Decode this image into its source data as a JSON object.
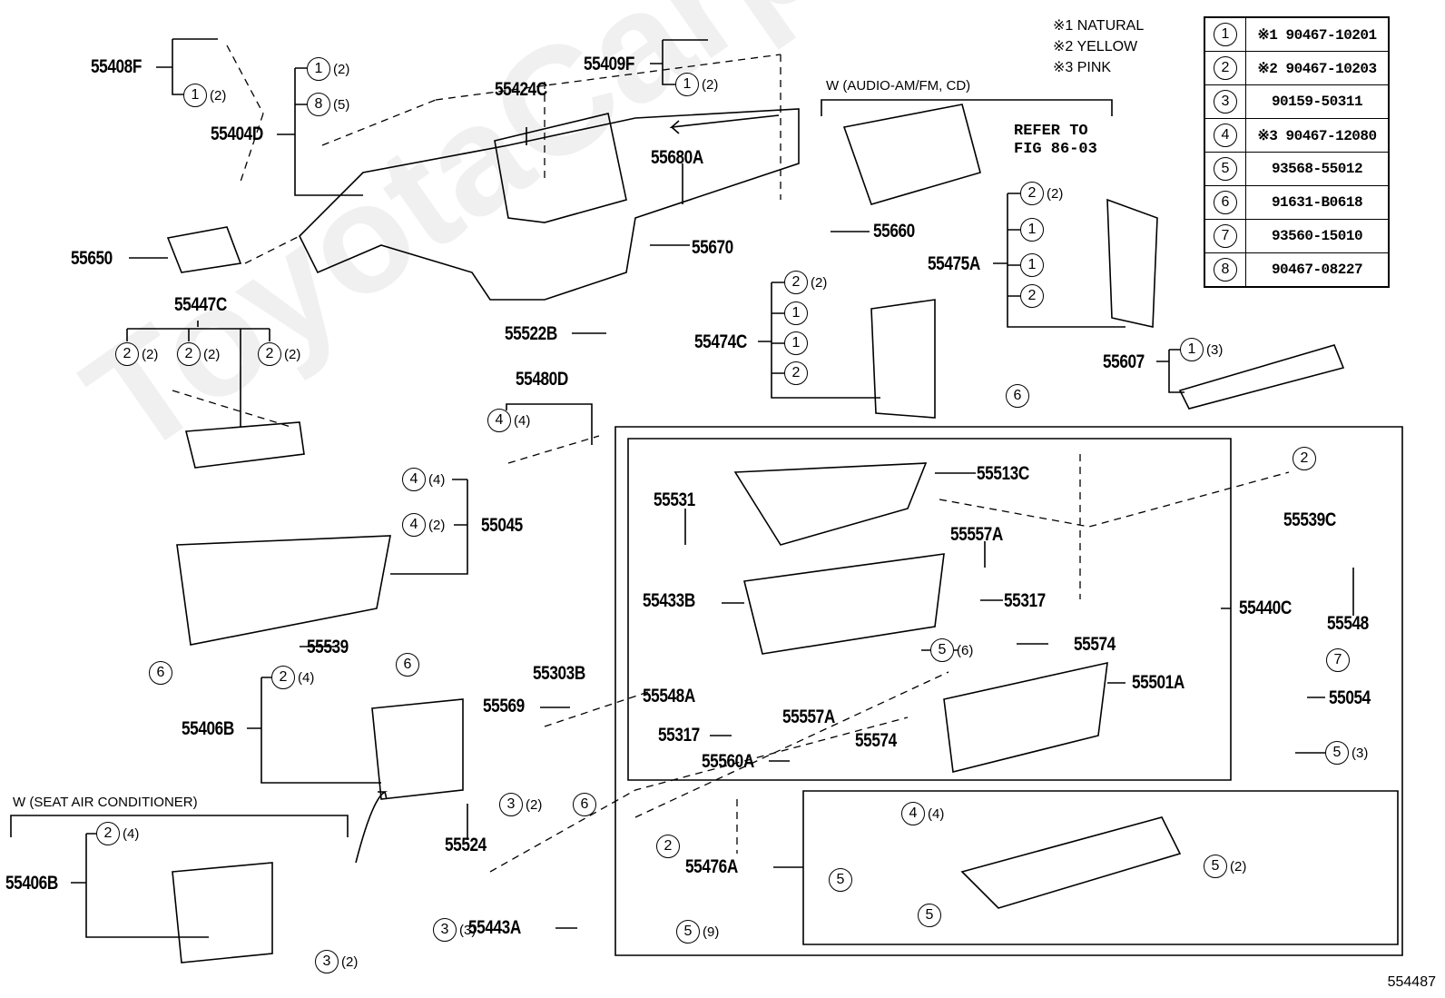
{
  "watermark": "ToyotaCarparts",
  "figure_number": "554487",
  "color_notes": [
    "※1 NATURAL",
    "※2 YELLOW",
    "※3 PINK"
  ],
  "variant_notes": {
    "audio": "W (AUDIO-AM/FM, CD)",
    "seat_ac": "W (SEAT  AIR  CONDITIONER)",
    "refer": "REFER TO\nFIG 86-03"
  },
  "legend": [
    {
      "key": "1",
      "part": "※1 90467-10201"
    },
    {
      "key": "2",
      "part": "※2 90467-10203"
    },
    {
      "key": "3",
      "part": "90159-50311"
    },
    {
      "key": "4",
      "part": "※3 90467-12080"
    },
    {
      "key": "5",
      "part": "93568-55012"
    },
    {
      "key": "6",
      "part": "91631-B0618"
    },
    {
      "key": "7",
      "part": "93560-15010"
    },
    {
      "key": "8",
      "part": "90467-08227"
    }
  ],
  "part_labels": {
    "p55408F": "55408F",
    "p55404D": "55404D",
    "p55409F": "55409F",
    "p55424C": "55424C",
    "p55680A": "55680A",
    "p55650": "55650",
    "p55670": "55670",
    "p55660": "55660",
    "p55475A": "55475A",
    "p55522B": "55522B",
    "p55474C": "55474C",
    "p55447C": "55447C",
    "p55607": "55607",
    "p55480D": "55480D",
    "p55045": "55045",
    "p55513C": "55513C",
    "p55531": "55531",
    "p55557A_top": "55557A",
    "p55539C": "55539C",
    "p55433B": "55433B",
    "p55317_top": "55317",
    "p55440C": "55440C",
    "p55548": "55548",
    "p55539": "55539",
    "p55303B": "55303B",
    "p55548A": "55548A",
    "p55574_top": "55574",
    "p55501A": "55501A",
    "p55054": "55054",
    "p55406B_top": "55406B",
    "p55569": "55569",
    "p55557A_bot": "55557A",
    "p55317_bot": "55317",
    "p55574_bot": "55574",
    "p55560A": "55560A",
    "p55524": "55524",
    "p55476A": "55476A",
    "p55406B_bot": "55406B",
    "p55443A": "55443A"
  },
  "callouts": [
    {
      "id": "c1",
      "key": "1",
      "qty": "(2)"
    },
    {
      "id": "c2",
      "key": "1",
      "qty": "(2)"
    },
    {
      "id": "c3",
      "key": "8",
      "qty": "(5)"
    },
    {
      "id": "c4",
      "key": "1",
      "qty": "(2)"
    },
    {
      "id": "c5",
      "key": "2",
      "qty": "(2)"
    },
    {
      "id": "c6",
      "key": "1",
      "qty": ""
    },
    {
      "id": "c7",
      "key": "1",
      "qty": ""
    },
    {
      "id": "c8",
      "key": "2",
      "qty": ""
    },
    {
      "id": "c9",
      "key": "2",
      "qty": "(2)"
    },
    {
      "id": "c10",
      "key": "1",
      "qty": ""
    },
    {
      "id": "c11",
      "key": "1",
      "qty": ""
    },
    {
      "id": "c12",
      "key": "2",
      "qty": ""
    },
    {
      "id": "c13",
      "key": "2",
      "qty": "(2)"
    },
    {
      "id": "c14",
      "key": "2",
      "qty": "(2)"
    },
    {
      "id": "c15",
      "key": "2",
      "qty": "(2)"
    },
    {
      "id": "c16",
      "key": "1",
      "qty": "(3)"
    },
    {
      "id": "c17",
      "key": "6",
      "qty": ""
    },
    {
      "id": "c18",
      "key": "4",
      "qty": "(4)"
    },
    {
      "id": "c19",
      "key": "4",
      "qty": "(4)"
    },
    {
      "id": "c20",
      "key": "4",
      "qty": "(2)"
    },
    {
      "id": "c21",
      "key": "2",
      "qty": ""
    },
    {
      "id": "c22",
      "key": "6",
      "qty": ""
    },
    {
      "id": "c23",
      "key": "6",
      "qty": ""
    },
    {
      "id": "c24",
      "key": "2",
      "qty": "(4)"
    },
    {
      "id": "c25",
      "key": "5",
      "qty": "(6)"
    },
    {
      "id": "c26",
      "key": "7",
      "qty": ""
    },
    {
      "id": "c27",
      "key": "5",
      "qty": "(3)"
    },
    {
      "id": "c28",
      "key": "3",
      "qty": "(2)"
    },
    {
      "id": "c29",
      "key": "6",
      "qty": ""
    },
    {
      "id": "c30",
      "key": "2",
      "qty": "(4)"
    },
    {
      "id": "c31",
      "key": "2",
      "qty": ""
    },
    {
      "id": "c32",
      "key": "4",
      "qty": "(4)"
    },
    {
      "id": "c33",
      "key": "5",
      "qty": ""
    },
    {
      "id": "c34",
      "key": "5",
      "qty": ""
    },
    {
      "id": "c35",
      "key": "5",
      "qty": "(2)"
    },
    {
      "id": "c36",
      "key": "3",
      "qty": "(3)"
    },
    {
      "id": "c37",
      "key": "5",
      "qty": "(9)"
    },
    {
      "id": "c38",
      "key": "3",
      "qty": "(2)"
    }
  ]
}
